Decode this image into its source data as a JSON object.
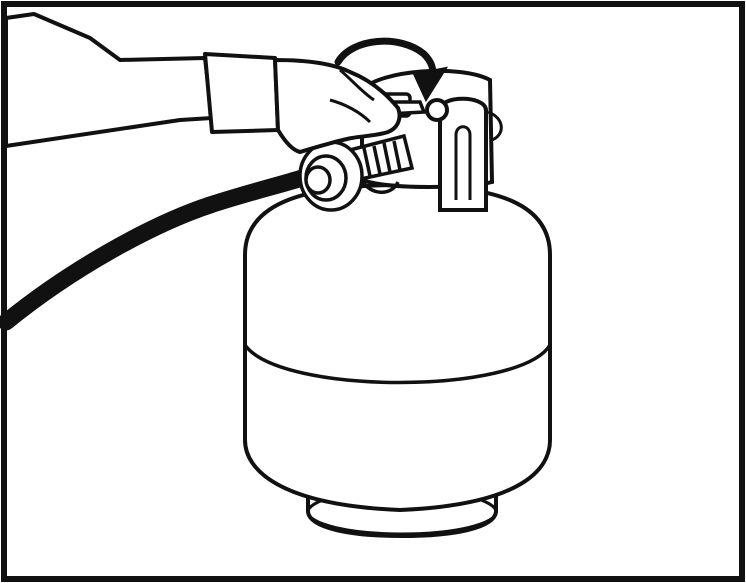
{
  "figure": {
    "ink_color": "#111111",
    "paper_color": "#ffffff",
    "elements": [
      "border-frame",
      "hand-with-sleeve",
      "gas-hose",
      "regulator-fitting",
      "cylinder-valve-handwheel",
      "rotation-arrow",
      "propane-tank",
      "tank-collar",
      "tank-foot-ring"
    ],
    "rotation_direction": "clockwise"
  }
}
